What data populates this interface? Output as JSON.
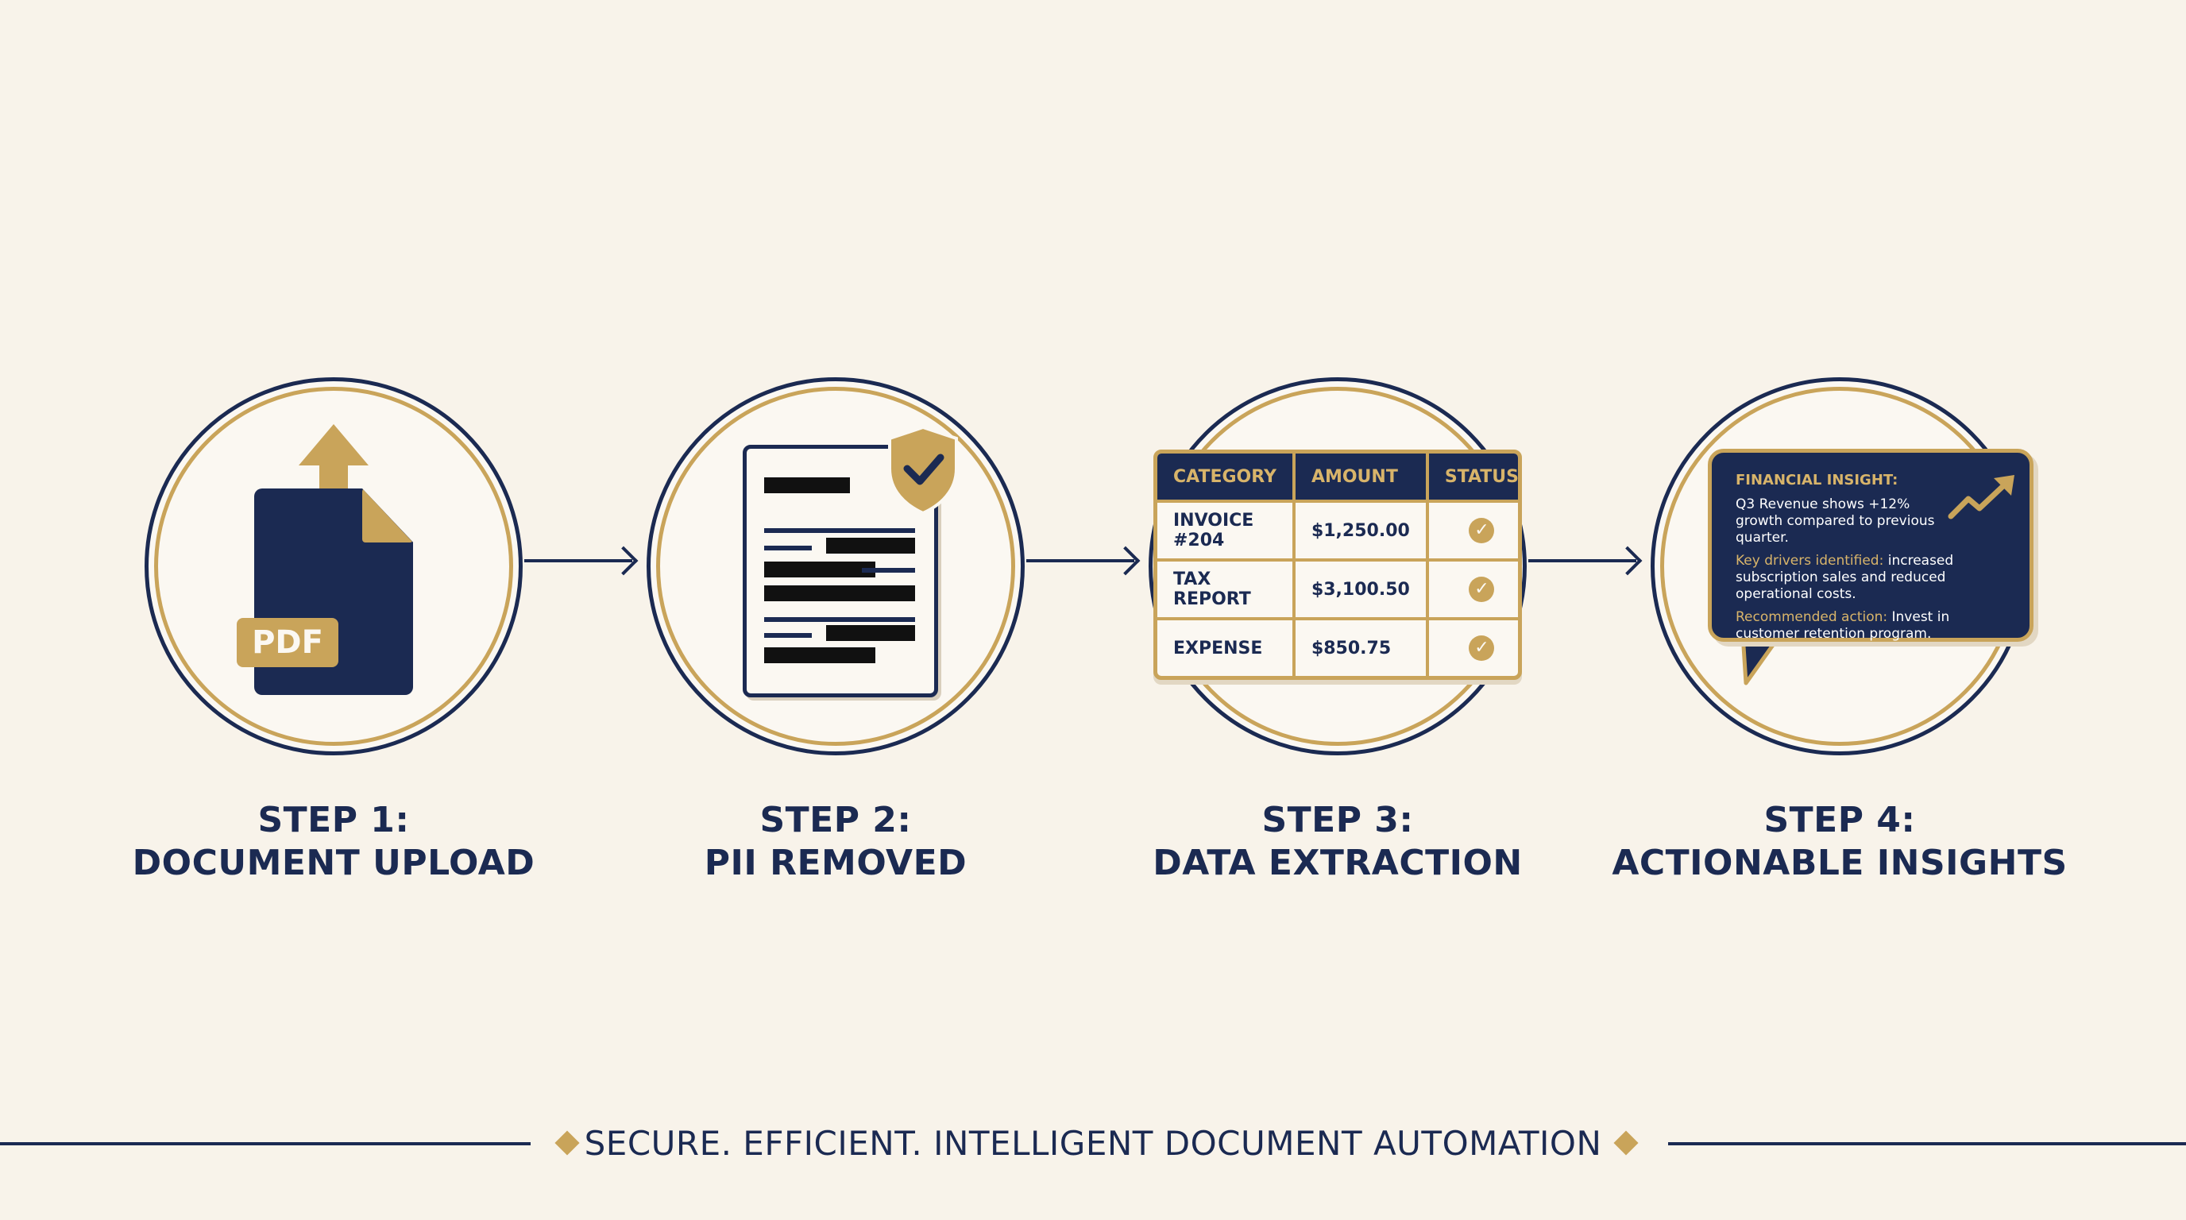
{
  "steps": [
    {
      "step": "STEP 1:",
      "title": "DOCUMENT UPLOAD",
      "badge": "PDF"
    },
    {
      "step": "STEP 2:",
      "title": "PII REMOVED"
    },
    {
      "step": "STEP 3:",
      "title": "DATA EXTRACTION"
    },
    {
      "step": "STEP 4:",
      "title": "ACTIONABLE INSIGHTS"
    }
  ],
  "table": {
    "headers": [
      "CATEGORY",
      "AMOUNT",
      "STATUS"
    ],
    "rows": [
      {
        "category": "INVOICE #204",
        "amount": "$1,250.00"
      },
      {
        "category": "TAX REPORT",
        "amount": "$3,100.50"
      },
      {
        "category": "EXPENSE",
        "amount": "$850.75"
      }
    ]
  },
  "insight": {
    "title": "FINANCIAL INSIGHT:",
    "line1": "Q3 Revenue shows +12% growth compared to previous quarter.",
    "drivers_label": "Key drivers identified:",
    "drivers_text": " increased subscription sales and reduced operational costs.",
    "action_label": "Recommended action:",
    "action_text": " Invest in customer retention program."
  },
  "footer": "SECURE. EFFICIENT. INTELLIGENT DOCUMENT AUTOMATION",
  "colors": {
    "navy": "#1b2a52",
    "gold": "#c9a45a",
    "background": "#f8f3ea"
  },
  "icons": [
    "upload-arrow-icon",
    "pdf-document-icon",
    "redacted-document-icon",
    "shield-check-icon",
    "check-icon",
    "trend-up-icon",
    "speech-bubble-icon"
  ]
}
